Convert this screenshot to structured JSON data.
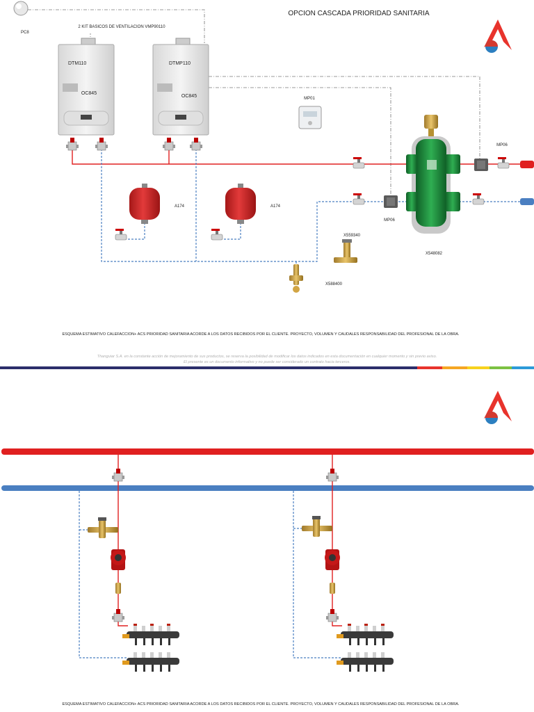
{
  "page1": {
    "title": "OPCION CASCADA  PRIORIDAD SANITARIA",
    "kit_label": "2 KIT BASICOS DE VENTILACION VMP90110",
    "sensor_label": "PC8",
    "boiler1": {
      "model": "DTM110",
      "controller": "OC845"
    },
    "boiler2": {
      "model": "DTMP110",
      "controller": "OC845"
    },
    "thermostat_label": "MP01",
    "vessel1_label": "A174",
    "vessel2_label": "A174",
    "valve_label": "X559340",
    "filler_label": "X588400",
    "separator_label": "X548082",
    "pump_top_label": "MP06",
    "pump_bottom_label": "MP06",
    "footer_note": "ESQUEMA ESTIMATIVO  CALEFACCION+ ACS PRIORIDAD SANITARIA ACORDE A LOS DATOS RECIBIDOS POR EL CLIENTE. PROYECTO, VOLUMEN Y CAUDALES RESPONSABILIDAD DEL PROFESIONAL DE LA OBRA.",
    "disclaimer_line1": "Thanguiar S.A. en la constante acción de mejoramiento de sus productos, se reserva la posibilidad de modificar los datos indicados en esta documentación en cualquier momento y sin previo aviso.",
    "disclaimer_line2": "El presente es un documento informativo y no puede ser considerado un contrato hacia terceros."
  },
  "page2": {
    "footer_note": "ESQUEMA ESTIMATIVO  CALEFACCION+ ACS PRIORIDAD SANITARIA ACORDE A LOS DATOS RECIBIDOS POR EL CLIENTE. PROYECTO, VOLUMEN Y CAUDALES RESPONSABILIDAD DEL PROFESIONAL DE LA OBRA."
  },
  "colors": {
    "supply_red": "#e02020",
    "return_blue": "#4a7fc1",
    "logo_red": "#e8332c",
    "logo_blue": "#2c7fc0",
    "separator_green": "#1f8a3c"
  },
  "icons": [
    "logo-icon",
    "sensor-icon",
    "boiler-icon",
    "thermostat-icon",
    "expansion-vessel-icon",
    "valve-icon",
    "pump-icon",
    "hydraulic-separator-icon",
    "manifold-icon"
  ]
}
